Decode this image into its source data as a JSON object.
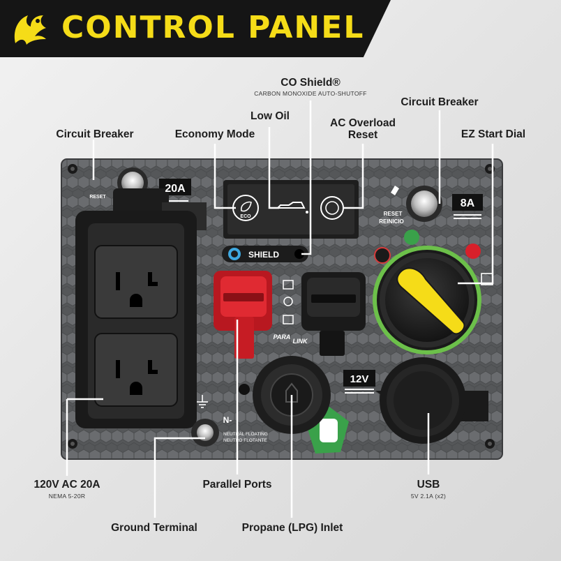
{
  "header": {
    "title": "CONTROL PANEL"
  },
  "callouts": {
    "co_shield": "CO Shield®",
    "co_shield_sub": "CARBON MONOXIDE AUTO-SHUTOFF",
    "low_oil": "Low Oil",
    "ac_overload_line1": "AC Overload",
    "ac_overload_line2": "Reset",
    "circuit_breaker_left": "Circuit Breaker",
    "economy_mode": "Economy Mode",
    "circuit_breaker_right": "Circuit Breaker",
    "ez_start_dial": "EZ Start Dial",
    "outlet_120v": "120V AC 20A",
    "outlet_120v_sub": "NEMA 5-20R",
    "parallel_ports": "Parallel Ports",
    "usb": "USB",
    "usb_sub": "5V 2.1A (x2)",
    "ground_terminal": "Ground Terminal",
    "propane_inlet": "Propane (LPG) Inlet"
  },
  "panel": {
    "breaker_left_rating": "20A",
    "breaker_left_reset": "RESET",
    "breaker_right_rating": "8A",
    "breaker_right_reset": "RESET",
    "breaker_right_reset_es": "REINICIO",
    "eco_label": "ECO",
    "shield_label": "SHIELD",
    "para_label": "PARA",
    "link_label": "LINK",
    "dc_label": "12V",
    "neutral_label": "N-",
    "neutral_floating": "NEUTRAL FLOATING",
    "neutro_flotante": "NEUTRO FLOTANTE"
  },
  "colors": {
    "accent_yellow": "#f5dc18",
    "header_black": "#151515",
    "panel_gray": "#5b5d60",
    "parallel_red": "#d8202a",
    "dial_green": "#6cc04a",
    "propane_green": "#3aa14a"
  }
}
